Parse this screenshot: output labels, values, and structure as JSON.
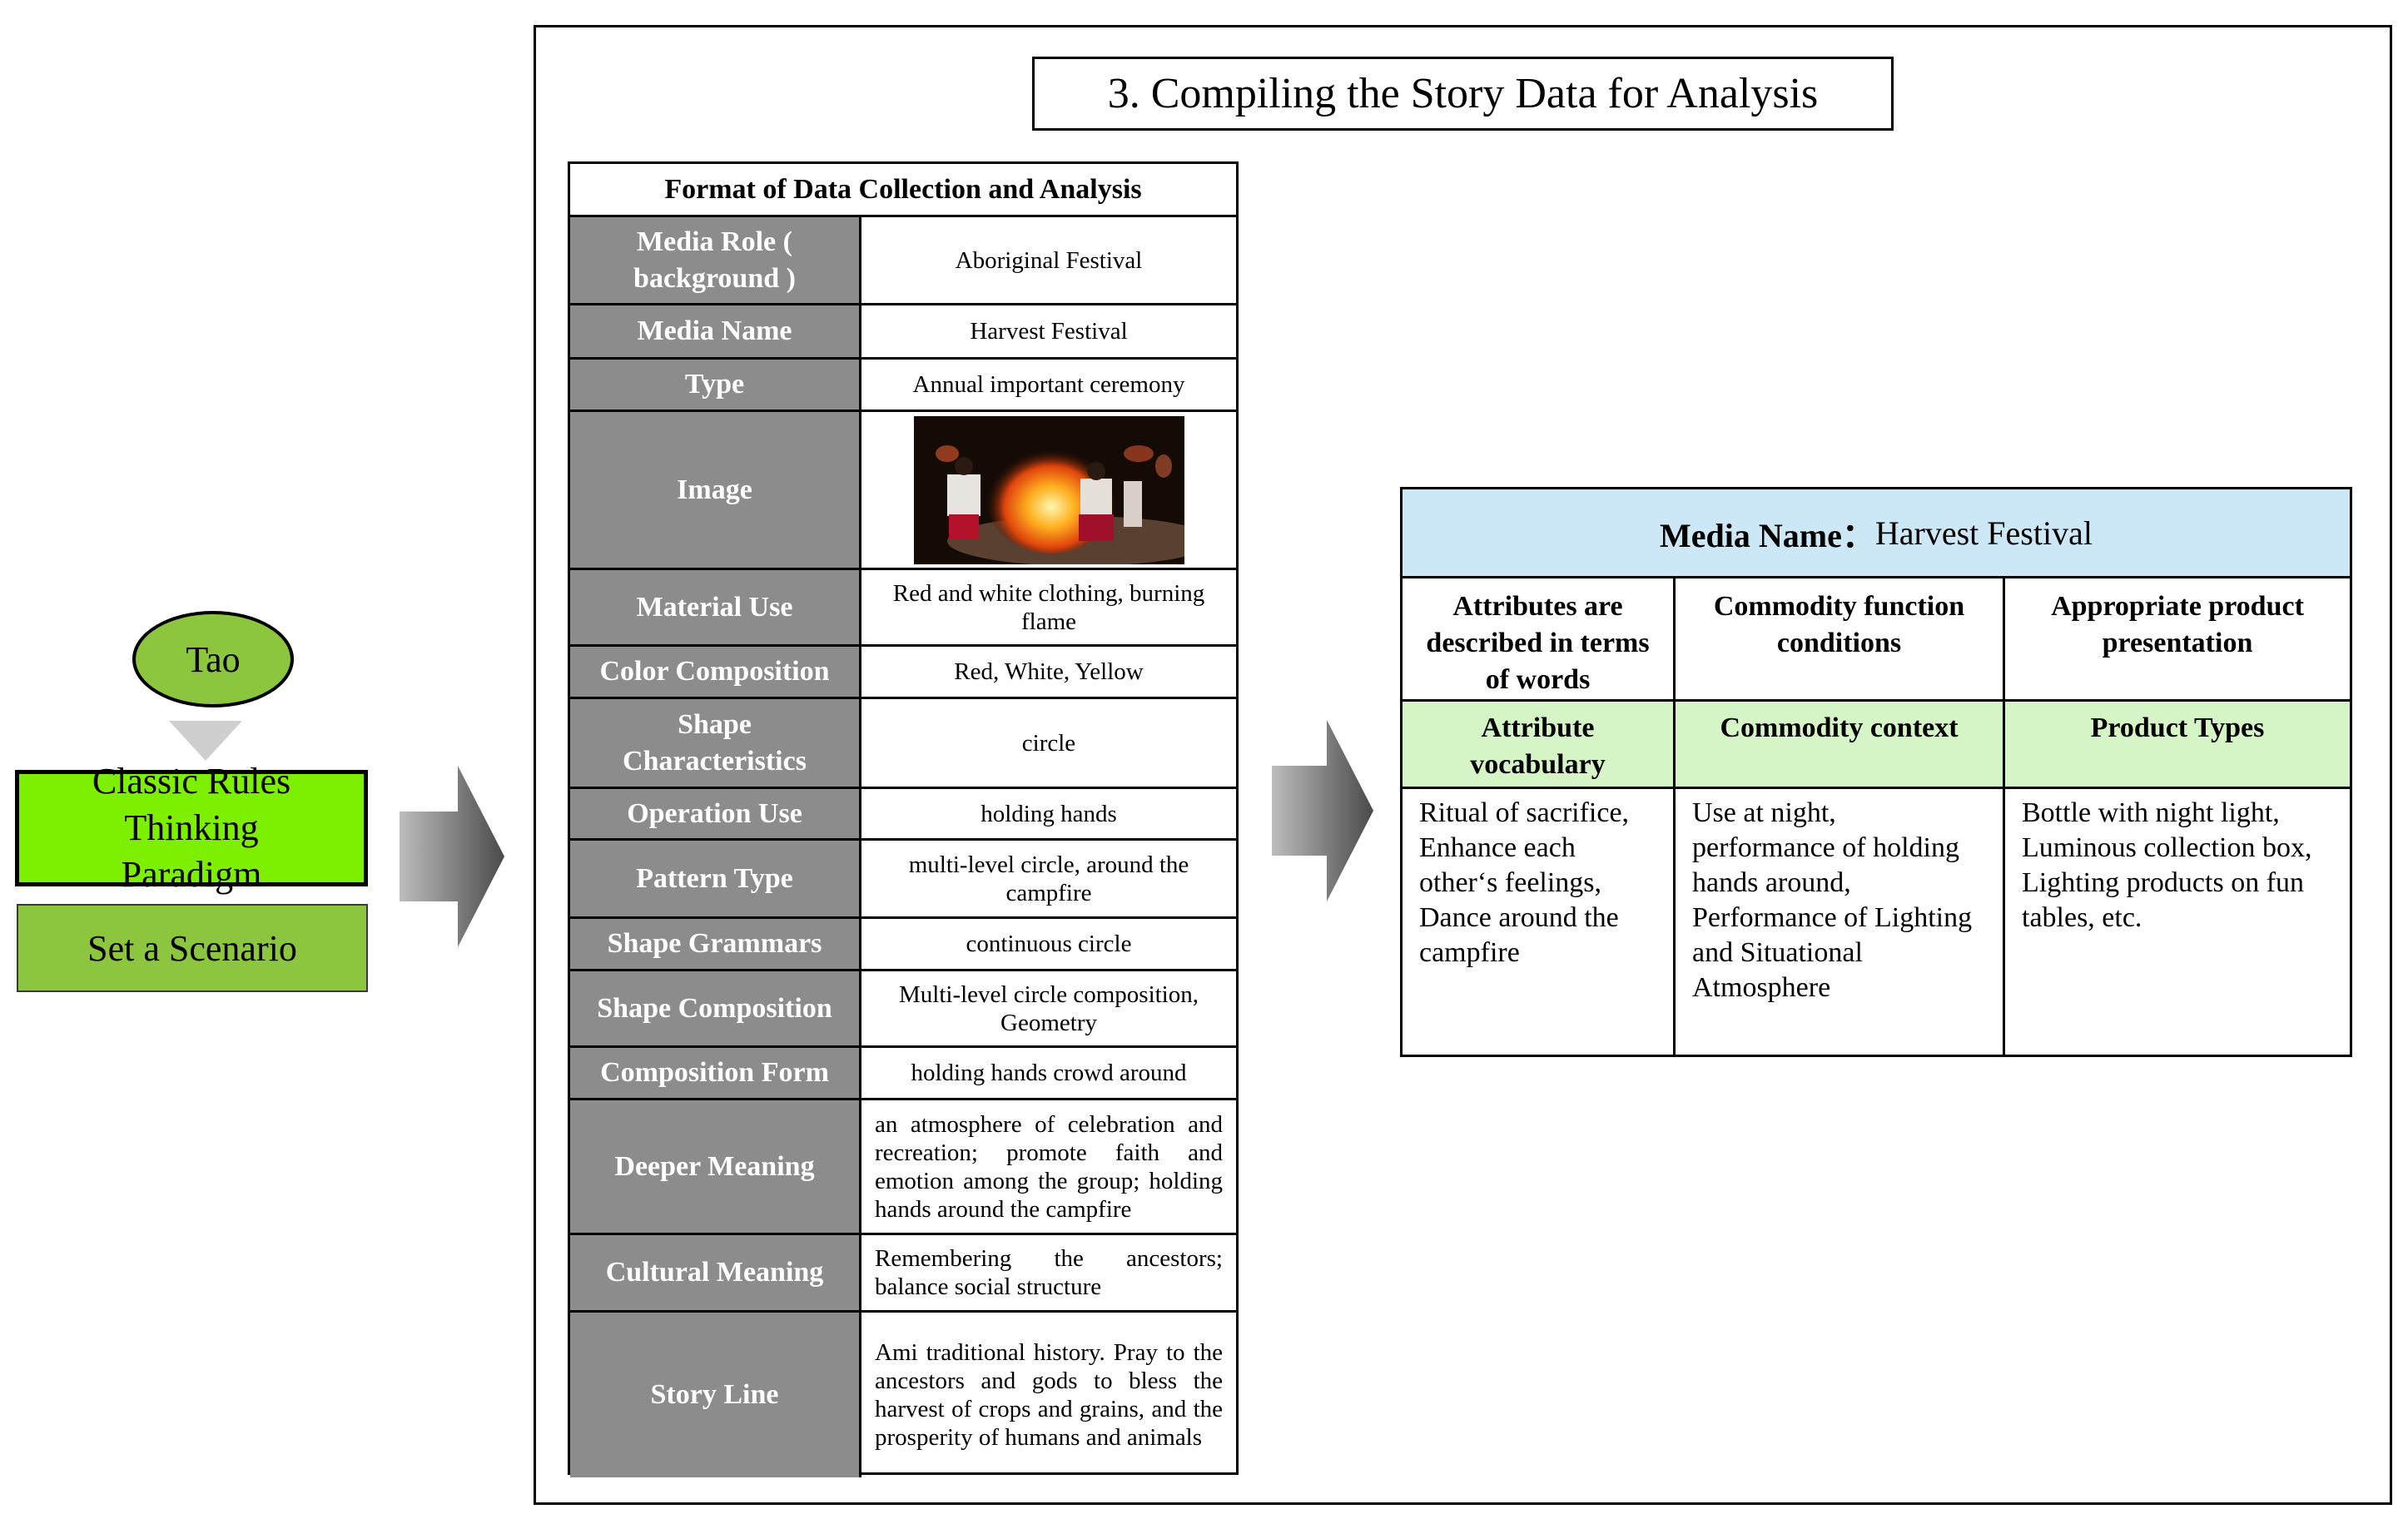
{
  "left": {
    "tao": "Tao",
    "classic_rules": "Classic Rules Thinking Paradigm",
    "scenario": "Set a Scenario"
  },
  "title": "3. Compiling the Story Data for Analysis",
  "format_table": {
    "header": "Format of Data Collection and Analysis",
    "rows": [
      {
        "label": "Media Role ( background )",
        "value": "Aboriginal Festival"
      },
      {
        "label": "Media Name",
        "value": "Harvest Festival"
      },
      {
        "label": "Type",
        "value": "Annual important ceremony"
      },
      {
        "label": "Image",
        "value": ""
      },
      {
        "label": "Material Use",
        "value": "Red and white clothing, burning flame"
      },
      {
        "label": "Color Composition",
        "value": "Red, White, Yellow"
      },
      {
        "label": "Shape Characteristics",
        "value": "circle"
      },
      {
        "label": "Operation Use",
        "value": "holding hands"
      },
      {
        "label": "Pattern Type",
        "value": "multi-level circle, around the campfire"
      },
      {
        "label": "Shape Grammars",
        "value": "continuous circle"
      },
      {
        "label": "Shape Composition",
        "value": "Multi-level circle composition, Geometry"
      },
      {
        "label": "Composition Form",
        "value": "holding hands crowd around"
      },
      {
        "label": "Deeper Meaning",
        "value": "an atmosphere of celebration and recreation; promote faith and emotion among the group; holding hands around the campfire"
      },
      {
        "label": "Cultural Meaning",
        "value": "Remembering the ancestors; balance social structure"
      },
      {
        "label": "Story Line",
        "value": "Ami traditional history. Pray to the ancestors and gods to bless the harvest of crops and grains, and the prosperity of humans and animals"
      }
    ]
  },
  "media_table": {
    "header_label": "Media Name：",
    "header_value": "Harvest Festival",
    "columns": [
      {
        "heading": "Attributes are described in terms of words",
        "sub": "Attribute vocabulary",
        "body": "Ritual of sacrifice, Enhance each other‘s feelings, Dance around the campfire"
      },
      {
        "heading": "Commodity function conditions",
        "sub": "Commodity context",
        "body": "Use at night, performance of holding hands around, Performance of Lighting and Situational Atmosphere"
      },
      {
        "heading": "Appropriate product presentation",
        "sub": "Product Types",
        "body": "Bottle with night light, Luminous collection box, Lighting products on fun tables, etc."
      }
    ]
  },
  "colors": {
    "tao_fill": "#8cc63f",
    "classic_fill": "#7cf000",
    "label_gray": "#8c8c8c",
    "header_blue": "#cce8f7",
    "sub_green": "#d6f5c6"
  }
}
